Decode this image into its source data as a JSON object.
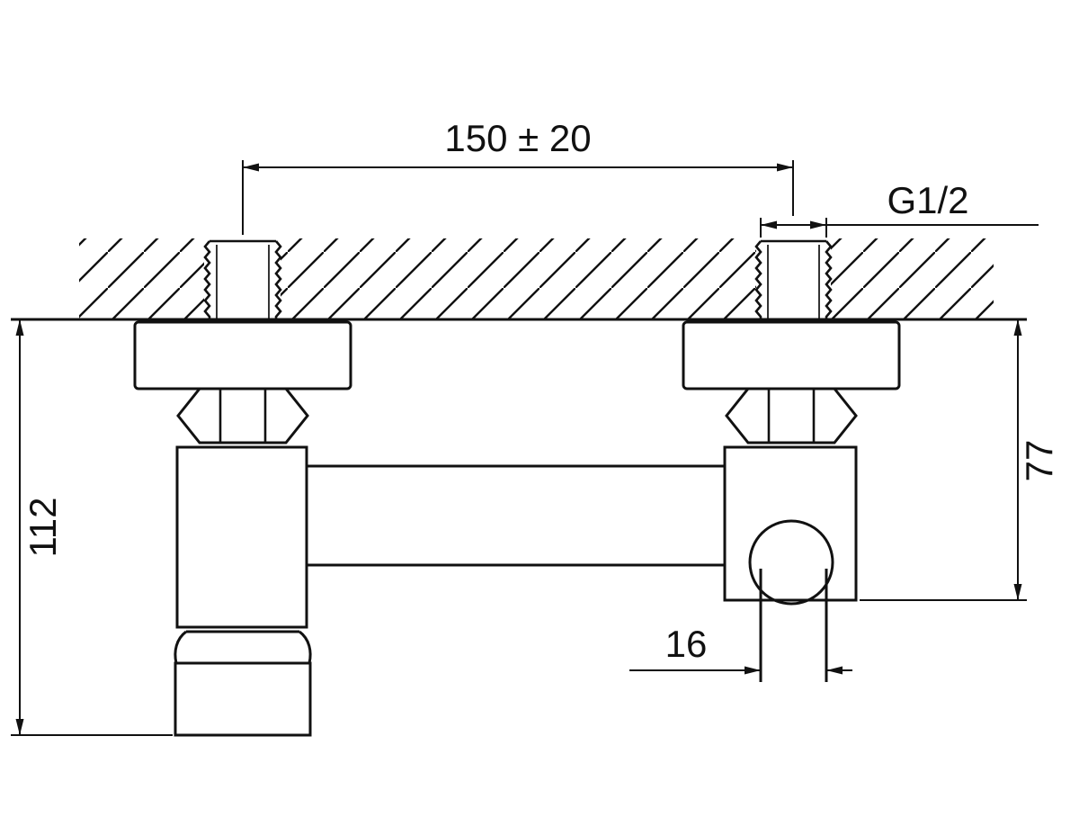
{
  "drawing": {
    "type": "technical-installation-diagram",
    "subject": "wall-mounted shower mixer valve, front view with mounting dimensions",
    "line_color": "#111111",
    "background_color": "#ffffff",
    "dimensions": {
      "center_distance": "150 ± 20",
      "thread_size": "G1/2",
      "overall_height": "112",
      "body_height": "77",
      "outlet_width": "16"
    }
  }
}
